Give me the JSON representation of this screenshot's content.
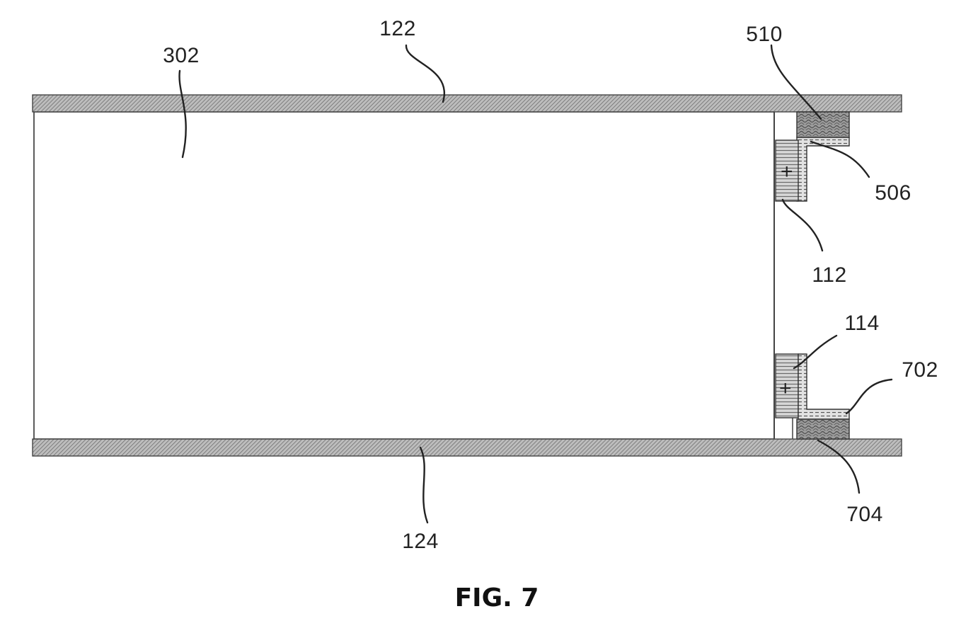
{
  "figure": {
    "caption": "FIG. 7",
    "labels": {
      "top_plate": "122",
      "bottom_plate": "124",
      "fill_region": "302",
      "top_cap": "510",
      "top_bracket": "506",
      "top_cell": "112",
      "bottom_cell": "114",
      "bottom_bracket": "702",
      "bottom_cap": "704"
    },
    "cell_marks": {
      "top_cell": "+",
      "bottom_cell": "+"
    },
    "colors": {
      "ink": "#222222",
      "plate_fill": "#a9a9a9",
      "stipple": "#9a9a9a",
      "cell_fill": "#c8c8c8",
      "cap_fill": "#8c8c8c",
      "background": "#ffffff"
    }
  }
}
